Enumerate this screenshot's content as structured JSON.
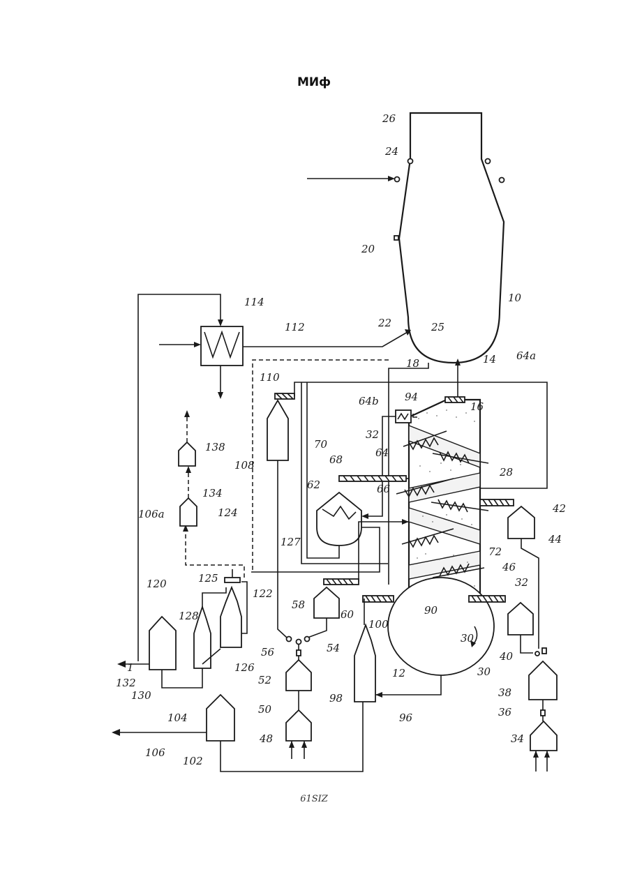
{
  "header": {
    "title": "МИф"
  },
  "footer": {
    "page_code": "61SIZ"
  },
  "diagram": {
    "labels": {
      "l26": "26",
      "l24": "24",
      "l20": "20",
      "l10": "10",
      "l22": "22",
      "l25": "25",
      "l18": "18",
      "l14": "14",
      "l64a": "64a",
      "l16": "16",
      "l94": "94",
      "l64b": "64b",
      "l32a": "32",
      "l28": "28",
      "l42": "42",
      "l44": "44",
      "l110": "110",
      "l114": "114",
      "l112": "112",
      "l70": "70",
      "l68": "68",
      "l64": "64",
      "l66": "66",
      "l62": "62",
      "l138": "138",
      "l108": "108",
      "l134": "134",
      "l124": "124",
      "l106a": "106a",
      "l127": "127",
      "l72": "72",
      "l46": "46",
      "l32b": "32",
      "l125": "125",
      "l122": "122",
      "l120": "120",
      "l58": "58",
      "l60": "60",
      "l100": "100",
      "l90": "90",
      "l128": "128",
      "l56": "56",
      "l54": "54",
      "l126": "126",
      "l132": "132",
      "l130": "130",
      "l52": "52",
      "l12": "12",
      "l30a": "30",
      "l30b": "30",
      "l40": "40",
      "l38": "38",
      "l98": "98",
      "l50": "50",
      "l36": "36",
      "l96": "96",
      "l104": "104",
      "l48": "48",
      "l34": "34",
      "l106": "106",
      "l102": "102",
      "l1": "1"
    }
  }
}
